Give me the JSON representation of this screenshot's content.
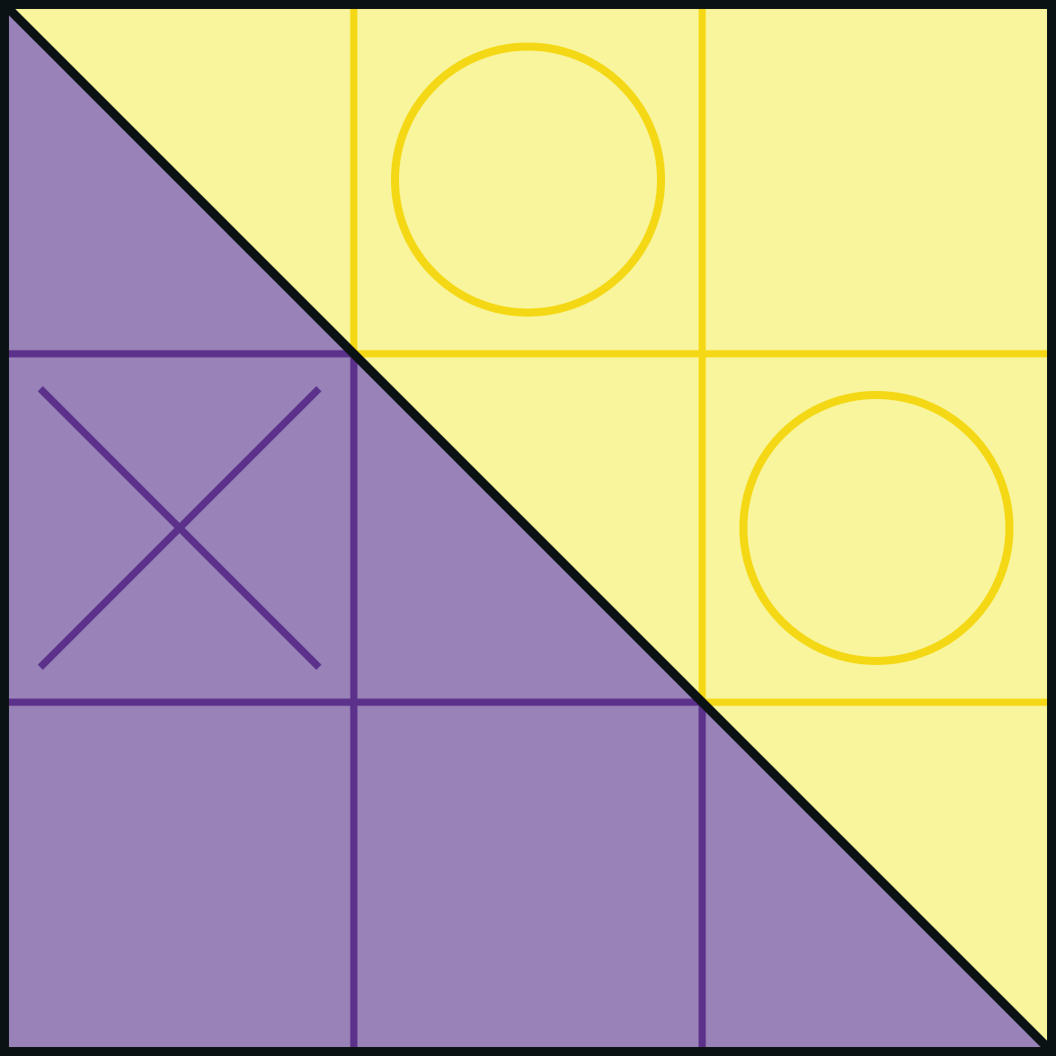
{
  "game": {
    "type": "tic-tac-toe",
    "grid_size": 3,
    "cells": [
      [
        "",
        "O",
        ""
      ],
      [
        "X",
        "",
        "O"
      ],
      [
        "",
        "",
        ""
      ]
    ]
  },
  "colors": {
    "border": "#0b1214",
    "x_region_fill": "#9882b8",
    "x_region_line": "#5b318b",
    "o_region_fill": "#f9f59c",
    "o_region_line": "#f4d815",
    "x_mark": "#5b318b",
    "o_mark": "#f4d815"
  },
  "icons": {
    "x": "x-mark-icon",
    "o": "o-mark-icon"
  }
}
